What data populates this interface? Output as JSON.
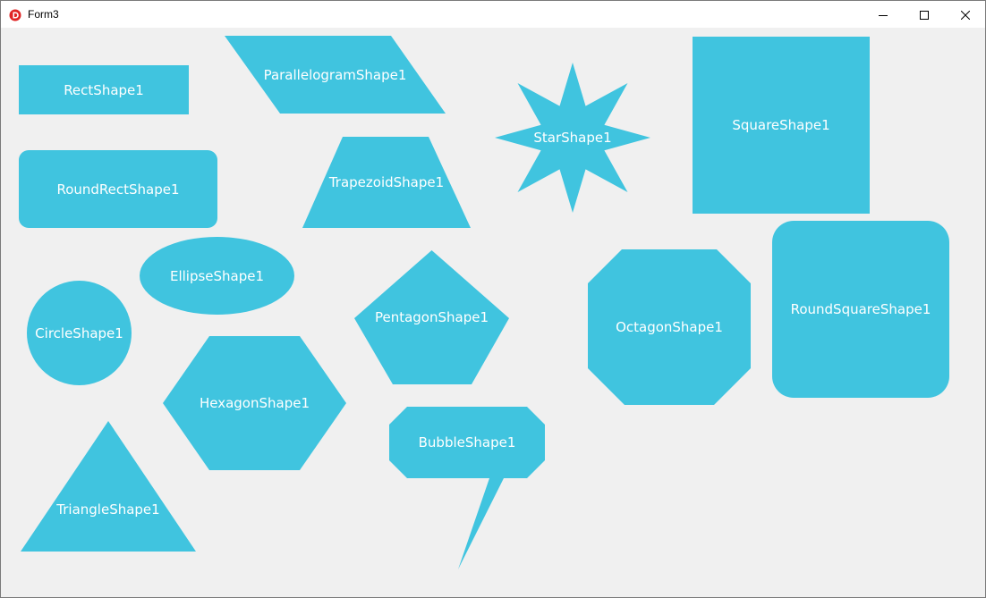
{
  "window": {
    "title": "Form3"
  },
  "colors": {
    "shape_fill": "#40c4df",
    "label_text": "#ffffff",
    "form_background": "#f0f0f0",
    "titlebar_background": "#ffffff",
    "app_icon": "#e02424"
  },
  "icons": {
    "app": "delphi-app-icon",
    "minimize": "minimize-icon",
    "maximize": "maximize-icon",
    "close": "close-icon"
  },
  "shapes": {
    "rect": "RectShape1",
    "parallelogram": "ParallelogramShape1",
    "star": "StarShape1",
    "square": "SquareShape1",
    "round_rect": "RoundRectShape1",
    "trapezoid": "TrapezoidShape1",
    "ellipse": "EllipseShape1",
    "circle": "CircleShape1",
    "pentagon": "PentagonShape1",
    "octagon": "OctagonShape1",
    "round_square": "RoundSquareShape1",
    "hexagon": "HexagonShape1",
    "bubble": "BubbleShape1",
    "triangle": "TriangleShape1"
  }
}
